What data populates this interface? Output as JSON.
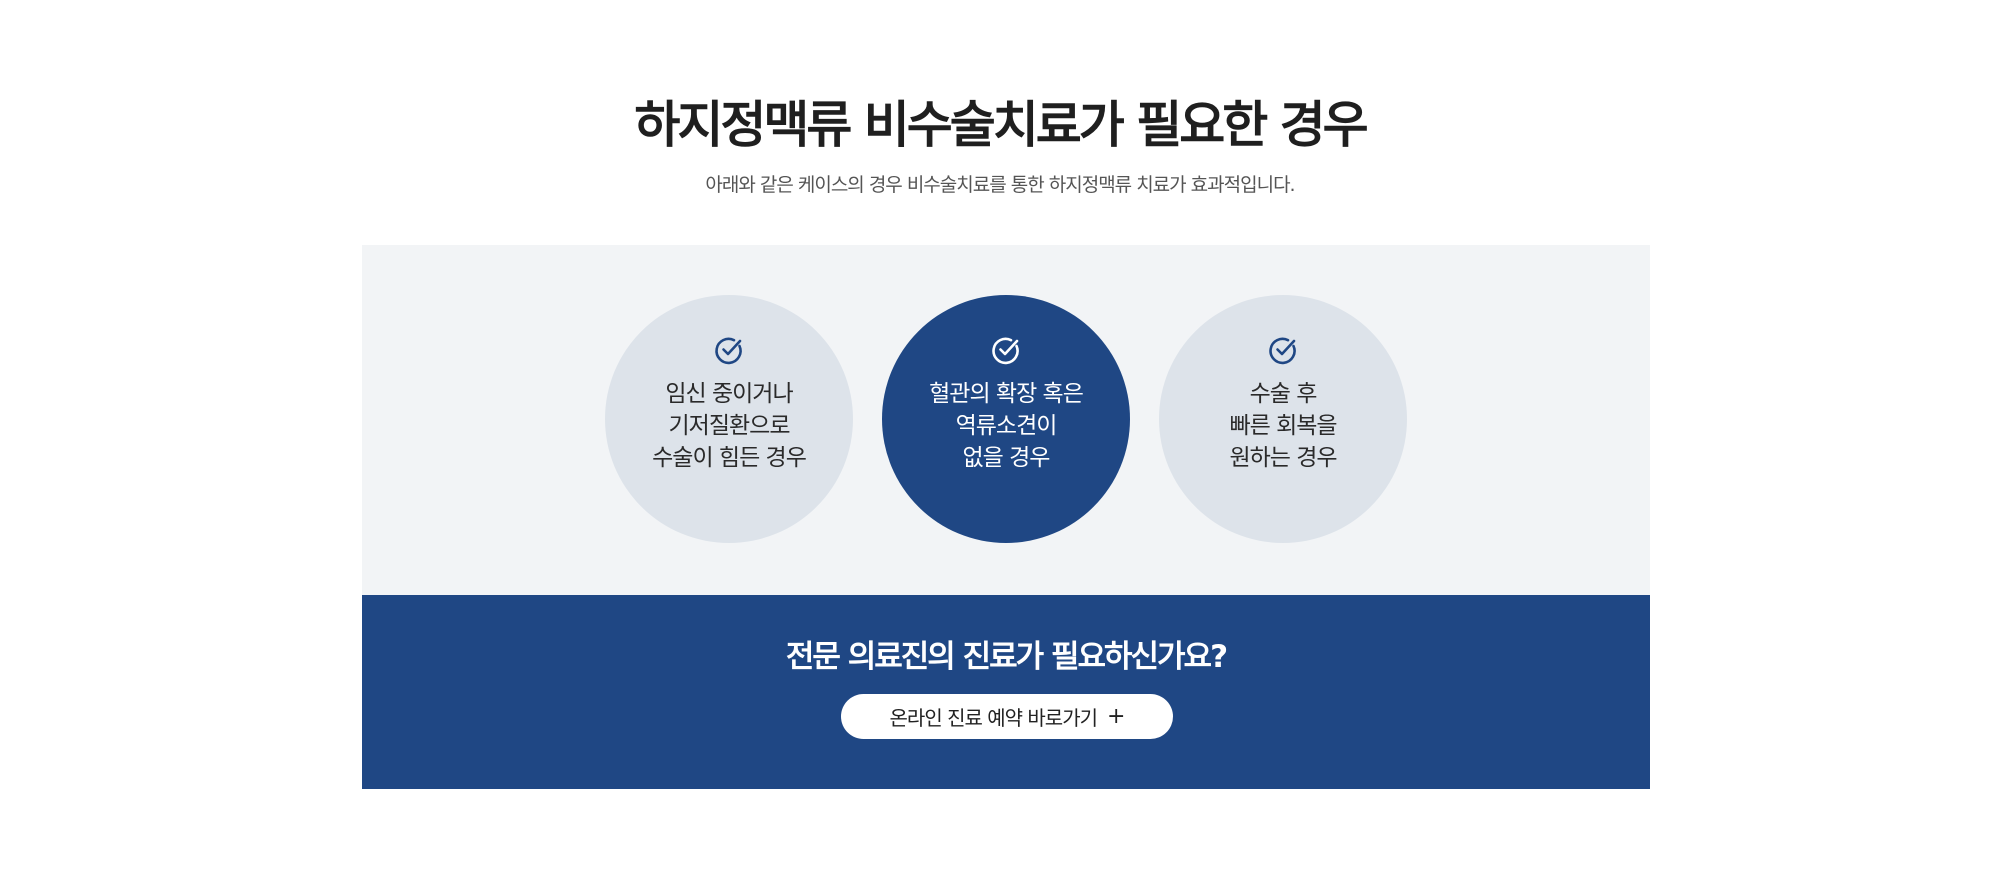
{
  "header": {
    "title": "하지정맥류 비수술치료가 필요한 경우",
    "subtitle": "아래와 같은 케이스의 경우 비수술치료를 통한 하지정맥류 치료가 효과적입니다."
  },
  "cases": [
    {
      "lines": [
        "임신 중이거나",
        "기저질환으로",
        "수술이 힘든 경우"
      ],
      "icon": "check-circle-icon",
      "highlighted": false
    },
    {
      "lines": [
        "혈관의 확장 혹은",
        "역류소견이",
        "없을 경우"
      ],
      "icon": "check-circle-icon",
      "highlighted": true
    },
    {
      "lines": [
        "수술 후",
        "빠른 회복을",
        "원하는 경우"
      ],
      "icon": "check-circle-icon",
      "highlighted": false
    }
  ],
  "cta": {
    "title": "전문 의료진의 진료가 필요하신가요?",
    "button_label": "온라인 진료 예약 바로가기",
    "button_icon": "plus-icon",
    "button_icon_glyph": "+"
  },
  "colors": {
    "accent": "#1f4784",
    "panel_bg": "#f2f4f6",
    "circle_bg": "#dde3ea"
  }
}
